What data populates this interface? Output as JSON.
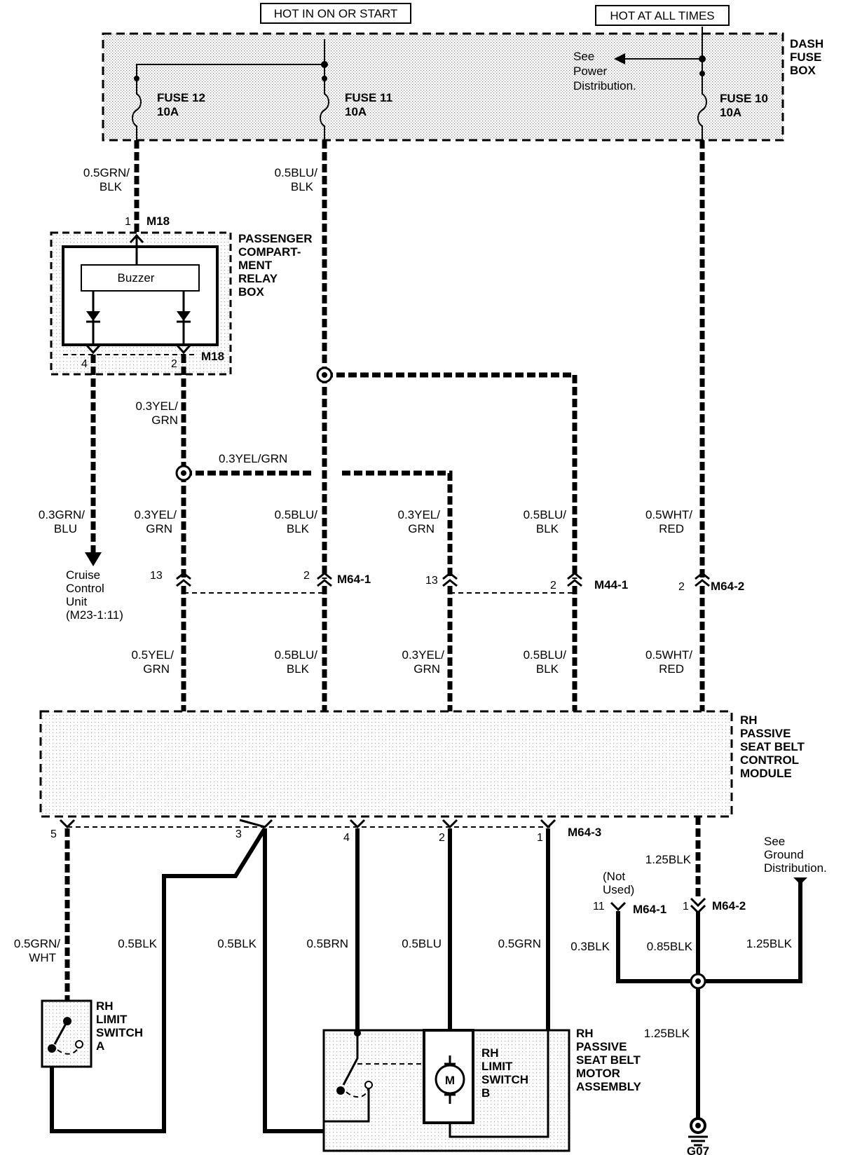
{
  "headers": {
    "hot_in_on": "HOT IN ON OR START",
    "hot_all_times": "HOT AT ALL TIMES"
  },
  "dash_fuse_box": {
    "title": [
      "DASH",
      "FUSE",
      "BOX"
    ],
    "fuse12": [
      "FUSE 12",
      "10A"
    ],
    "fuse11": [
      "FUSE 11",
      "10A"
    ],
    "fuse10": [
      "FUSE 10",
      "10A"
    ],
    "see_power": [
      "See",
      "Power",
      "Distribution."
    ]
  },
  "relay_box": {
    "title": [
      "PASSENGER",
      "COMPART-",
      "MENT",
      "RELAY",
      "BOX"
    ],
    "buzzer": "Buzzer",
    "connector": "M18",
    "pin_top": "1",
    "pin_4": "4",
    "pin_2": "2"
  },
  "wires": {
    "grn_blk_top": [
      "0.5GRN/",
      "BLK"
    ],
    "blu_blk_top": [
      "0.5BLU/",
      "BLK"
    ],
    "yel_grn_relay": [
      "0.3YEL/",
      "GRN"
    ],
    "yel_grn_horizontal": "0.3YEL/GRN",
    "grn_blu": [
      "0.3GRN/",
      "BLU"
    ],
    "yel_grn_a": [
      "0.3YEL/",
      "GRN"
    ],
    "blu_blk_a": [
      "0.5BLU/",
      "BLK"
    ],
    "yel_grn_b": [
      "0.3YEL/",
      "GRN"
    ],
    "blu_blk_b": [
      "0.5BLU/",
      "BLK"
    ],
    "wht_red_a": [
      "0.5WHT/",
      "RED"
    ],
    "yel_grn_c": [
      "0.5YEL/",
      "GRN"
    ],
    "blu_blk_c": [
      "0.5BLU/",
      "BLK"
    ],
    "yel_grn_d": [
      "0.3YEL/",
      "GRN"
    ],
    "blu_blk_d": [
      "0.5BLU/",
      "BLK"
    ],
    "wht_red_b": [
      "0.5WHT/",
      "RED"
    ],
    "grn_wht": [
      "0.5GRN/",
      "WHT"
    ],
    "blk_1": "0.5BLK",
    "blk_2": "0.5BLK",
    "brn": "0.5BRN",
    "blu": "0.5BLU",
    "grn": "0.5GRN",
    "blk_125_top": "1.25BLK",
    "blk_03": "0.3BLK",
    "blk_085": "0.85BLK",
    "blk_125_right": "1.25BLK",
    "blk_125_bottom": "1.25BLK"
  },
  "cruise": [
    "Cruise",
    "Control",
    "Unit",
    "(M23-1:11)"
  ],
  "connectors": {
    "m64_1": "M64-1",
    "m44_1": "M44-1",
    "m64_2": "M64-2",
    "m64_3": "M64-3",
    "pin13a": "13",
    "pin2a": "2",
    "pin13b": "13",
    "pin2b": "2",
    "pin2c": "2",
    "pin5": "5",
    "pin3": "3",
    "pin4": "4",
    "pin2d": "2",
    "pin1": "1",
    "pin11": "11",
    "pin1b": "1",
    "m64_1b": "M64-1",
    "m64_2b": "M64-2"
  },
  "module": [
    "RH",
    "PASSIVE",
    "SEAT BELT",
    "CONTROL",
    "MODULE"
  ],
  "limit_a": [
    "RH",
    "LIMIT",
    "SWITCH",
    "A"
  ],
  "motor_assembly": [
    "RH",
    "PASSIVE",
    "SEAT BELT",
    "MOTOR",
    "ASSEMBLY"
  ],
  "limit_b": [
    "RH",
    "LIMIT",
    "SWITCH",
    "B"
  ],
  "motor_symbol": "M",
  "not_used": [
    "(Not",
    "Used)"
  ],
  "see_ground": [
    "See",
    "Ground",
    "Distribution."
  ],
  "ground": "G07"
}
